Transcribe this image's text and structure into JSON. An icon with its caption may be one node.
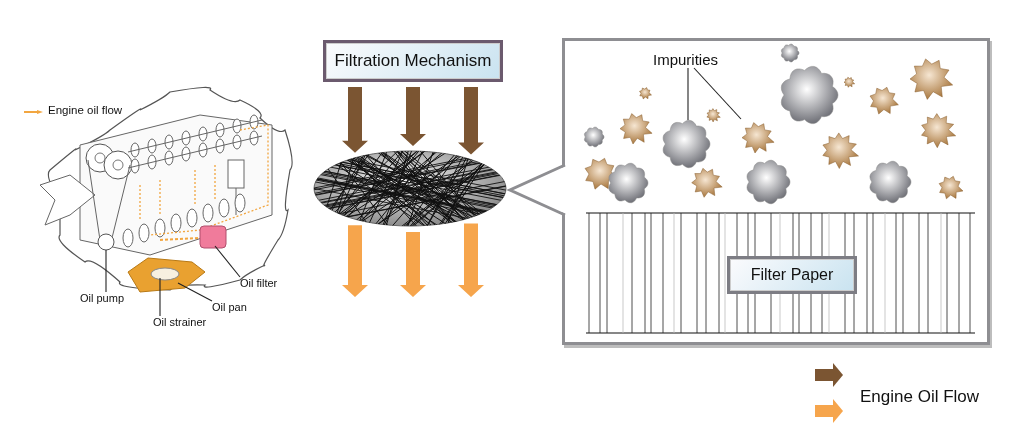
{
  "diagram": {
    "nodes": [
      {
        "text": [
          "Filtration Mechanism"
        ]
      },
      {
        "text": [],
        "shape": "picture"
      },
      {
        "text": [],
        "shape": "box"
      },
      {
        "text": [
          "Impurities"
        ],
        "in": 2
      },
      {
        "text": [],
        "shape": "cloud",
        "in": 2
      },
      {
        "text": [],
        "shape": "star",
        "in": 2
      },
      {
        "text": [
          "Filter Paper"
        ],
        "in": 2
      },
      {
        "text": [
          "Oil filter"
        ]
      },
      {
        "text": [
          "Oil pump"
        ]
      },
      {
        "text": [
          "Oil pan"
        ]
      },
      {
        "text": [
          "Oil strainer"
        ]
      }
    ],
    "edges": [
      {
        "from": 0,
        "to": 1,
        "arrow": "to",
        "style": "thick",
        "color": "#7b5532"
      },
      {
        "from": 0,
        "to": 1,
        "arrow": "to",
        "style": "thick",
        "color": "#7b5532"
      },
      {
        "from": 0,
        "to": 1,
        "arrow": "to",
        "style": "thick",
        "color": "#7b5532"
      },
      {
        "from": 1,
        "to": null,
        "arrow": "to",
        "style": "thick",
        "color": "#f6a54c"
      },
      {
        "from": 1,
        "to": null,
        "arrow": "to",
        "style": "thick",
        "color": "#f6a54c"
      },
      {
        "from": 1,
        "to": null,
        "arrow": "to",
        "style": "thick",
        "color": "#f6a54c"
      },
      {
        "from": 3,
        "to": 4,
        "arrow": "none"
      },
      {
        "from": 3,
        "to": 5,
        "arrow": "none"
      },
      {
        "from": 7,
        "to": null,
        "arrow": "none"
      },
      {
        "from": 8,
        "to": null,
        "arrow": "none"
      },
      {
        "from": 9,
        "to": null,
        "arrow": "none"
      },
      {
        "from": 10,
        "to": null,
        "arrow": "none"
      }
    ],
    "legend": [
      {
        "text": "Engine oil flow"
      },
      {
        "text": "Engine Oil Flow"
      }
    ]
  }
}
